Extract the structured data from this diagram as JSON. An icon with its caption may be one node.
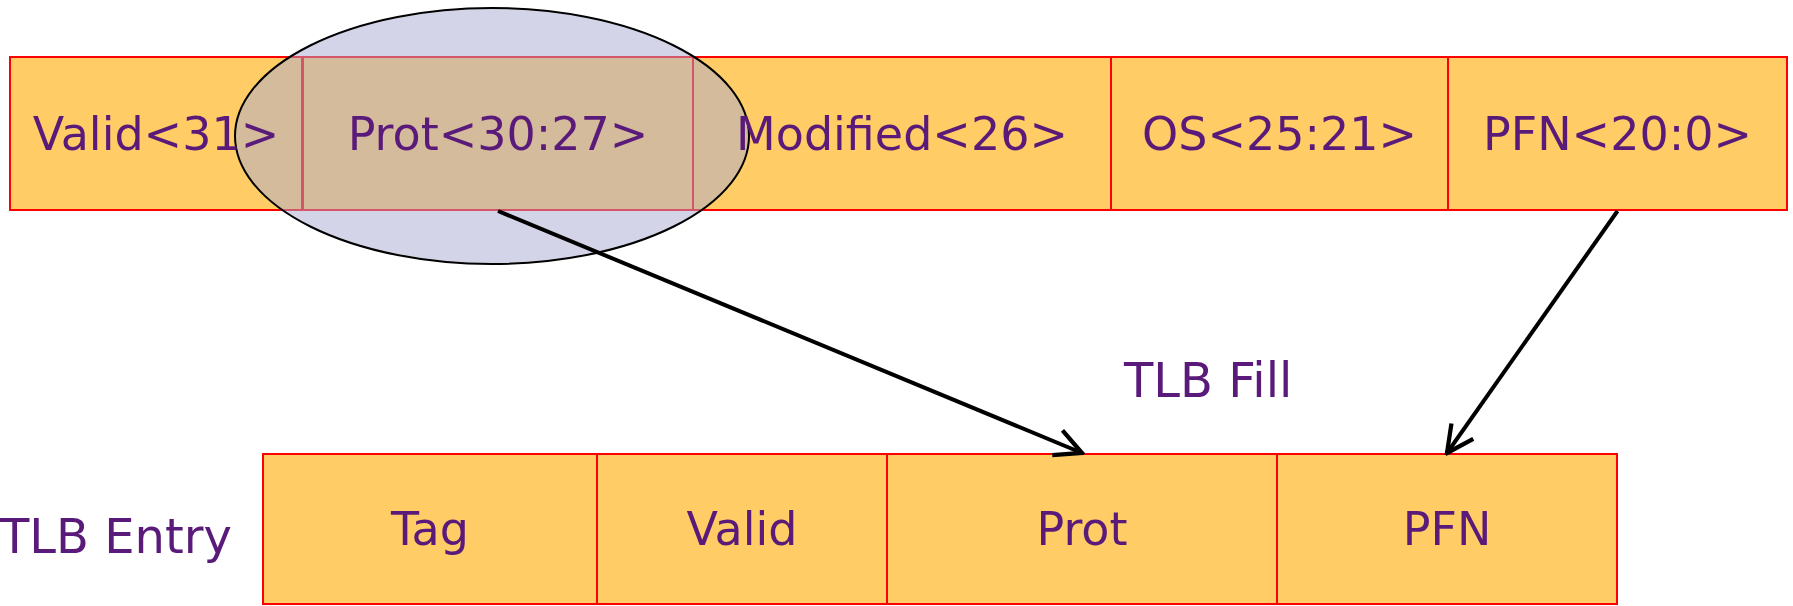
{
  "diagram": {
    "nodes": [
      {
        "text": [
          "Valid<31>"
        ]
      },
      {
        "text": [
          "Prot<30:27>"
        ]
      },
      {
        "text": [
          "Modified<26>"
        ]
      },
      {
        "text": [
          "OS<25:21>"
        ]
      },
      {
        "text": [
          "PFN<20:0>"
        ]
      },
      {
        "text": [
          "Tag"
        ]
      },
      {
        "text": [
          "Valid"
        ]
      },
      {
        "text": [
          "Prot"
        ]
      },
      {
        "text": [
          "PFN"
        ]
      }
    ],
    "edges": [
      {
        "from": 1,
        "to": 7,
        "arrow": "to"
      },
      {
        "from": 4,
        "to": 8,
        "arrow": "to"
      }
    ],
    "labels": [
      "TLB Fill",
      "TLB Entry"
    ]
  }
}
